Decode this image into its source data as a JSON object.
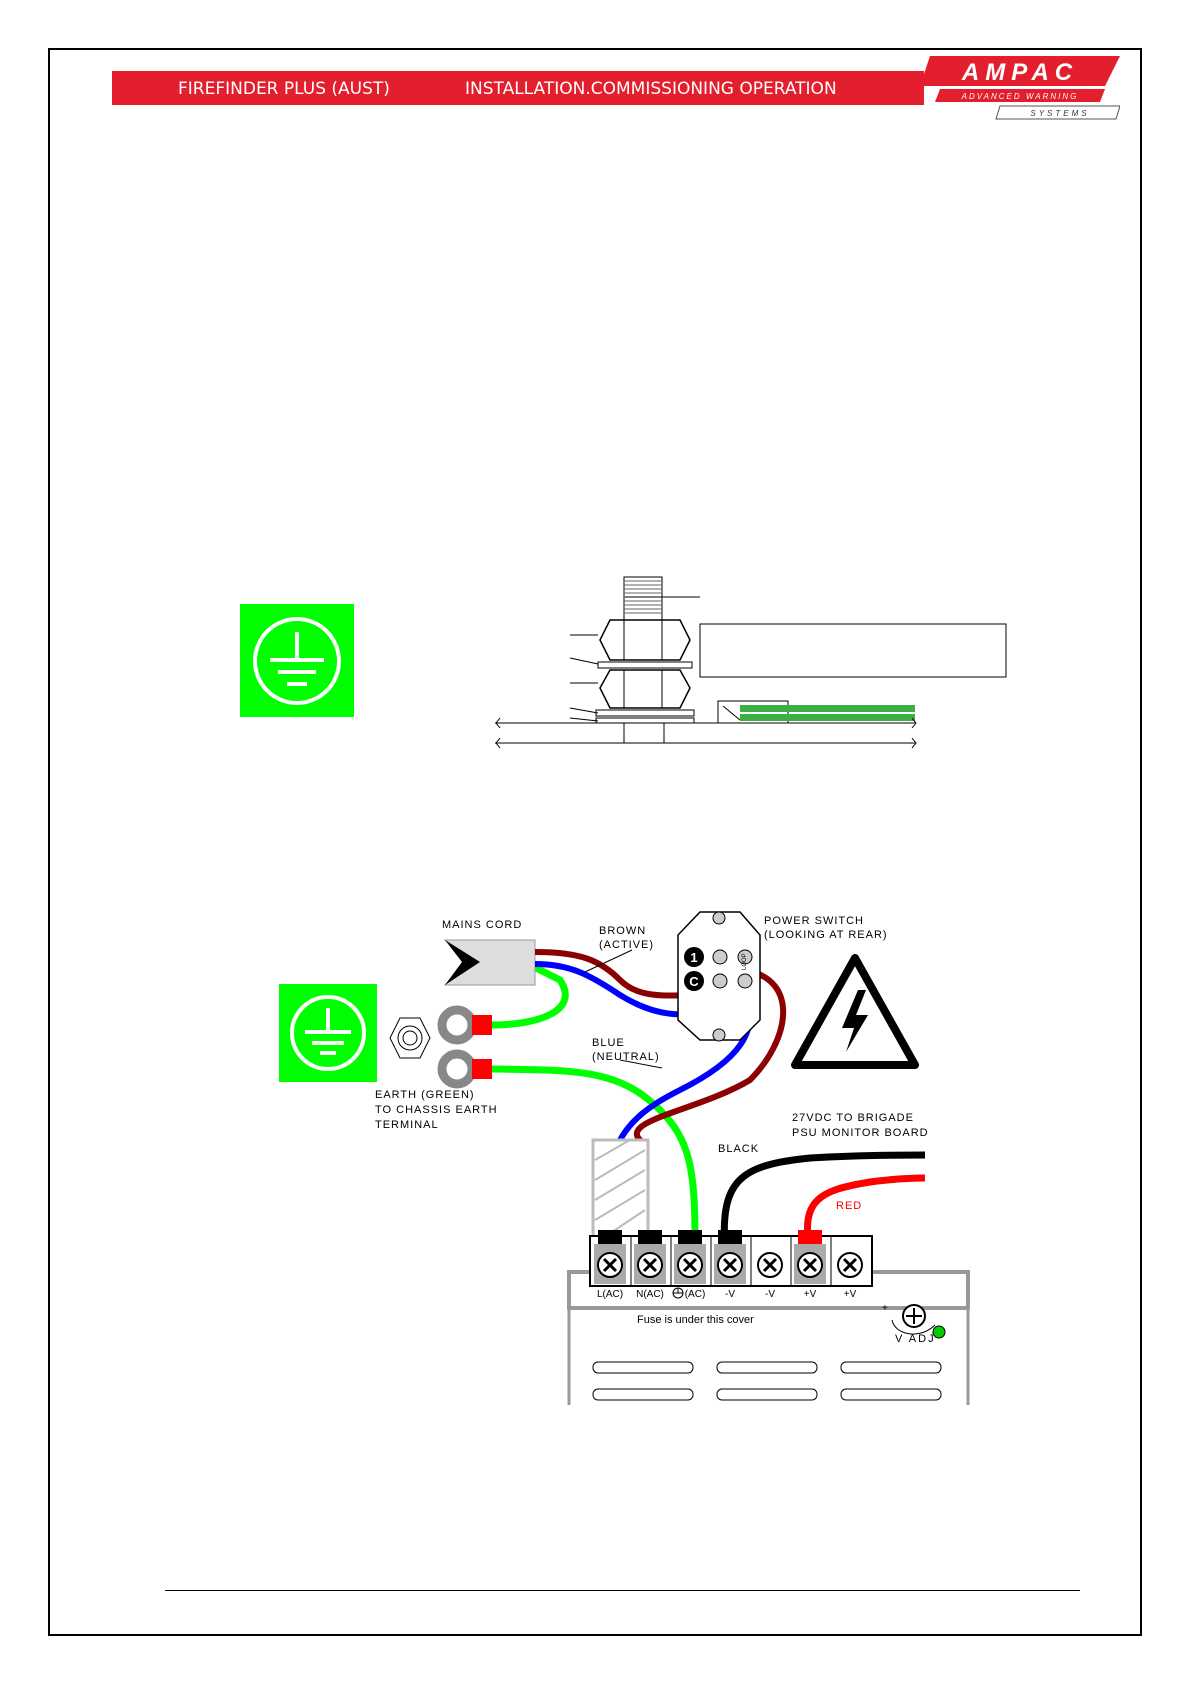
{
  "header": {
    "product": "FIREFINDER PLUS (AUST)",
    "section": "INSTALLATION.COMMISSIONING OPERATION"
  },
  "logo": {
    "brand": "AMPAC",
    "tagline": "ADVANCED WARNING",
    "sub": "SYSTEMS"
  },
  "colors": {
    "header_red": "#e31e2d",
    "earth_green": "#00ff00",
    "brown": "#8b0000",
    "blue": "#0000ff",
    "red": "#ff0000"
  },
  "icons": {
    "earth_symbol": "protective-earth-icon",
    "warning": "high-voltage-warning-icon",
    "nut": "hex-nut-icon"
  },
  "wiring": {
    "mains_cord": "MAINS CORD",
    "brown_1": "BROWN",
    "brown_2": "(ACTIVE)",
    "power_switch_1": "POWER SWITCH",
    "power_switch_2": "(LOOKING AT REAR)",
    "blue_1": "BLUE",
    "blue_2": "(NEUTRAL)",
    "earth_1": "EARTH (GREEN)",
    "earth_2": "TO CHASSIS EARTH",
    "earth_3": "TERMINAL",
    "brigade_1": "27VDC TO BRIGADE",
    "brigade_2": "PSU MONITOR BOARD",
    "black": "BLACK",
    "red": "RED",
    "switch_1": "1",
    "switch_c": "C",
    "switch_loop": "LOOP",
    "fuse_note": "Fuse is under this cover",
    "vadj": "V ADJ",
    "vadj_plus": "+",
    "terminals": [
      "L(AC)",
      "N(AC)",
      "(AC)",
      "-V",
      "-V",
      "+V",
      "+V"
    ]
  }
}
